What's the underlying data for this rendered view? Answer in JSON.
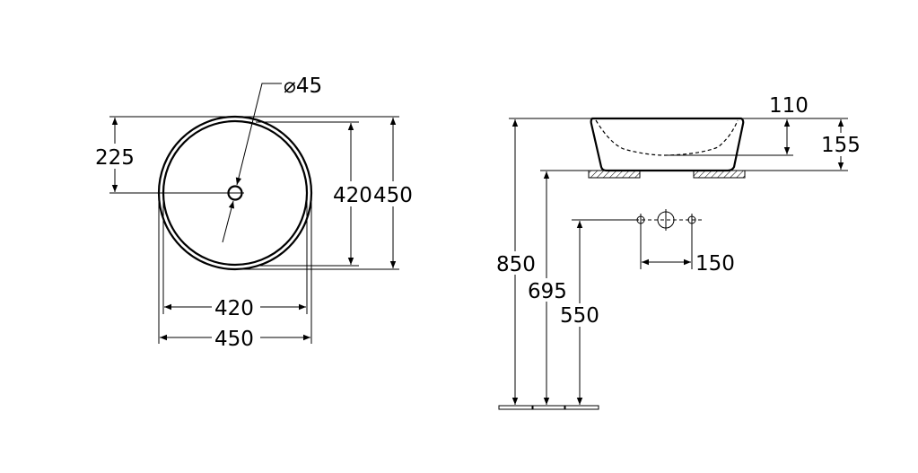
{
  "top_view": {
    "drain_diameter": "⌀45",
    "drain_offset": "225",
    "inner_height": "420",
    "outer_height": "450",
    "inner_width": "420",
    "outer_width": "450"
  },
  "side_view": {
    "basin_depth": "110",
    "basin_height": "155",
    "rim_height": "850",
    "counter_height": "695",
    "tap_height": "550",
    "tap_spacing": "150"
  }
}
